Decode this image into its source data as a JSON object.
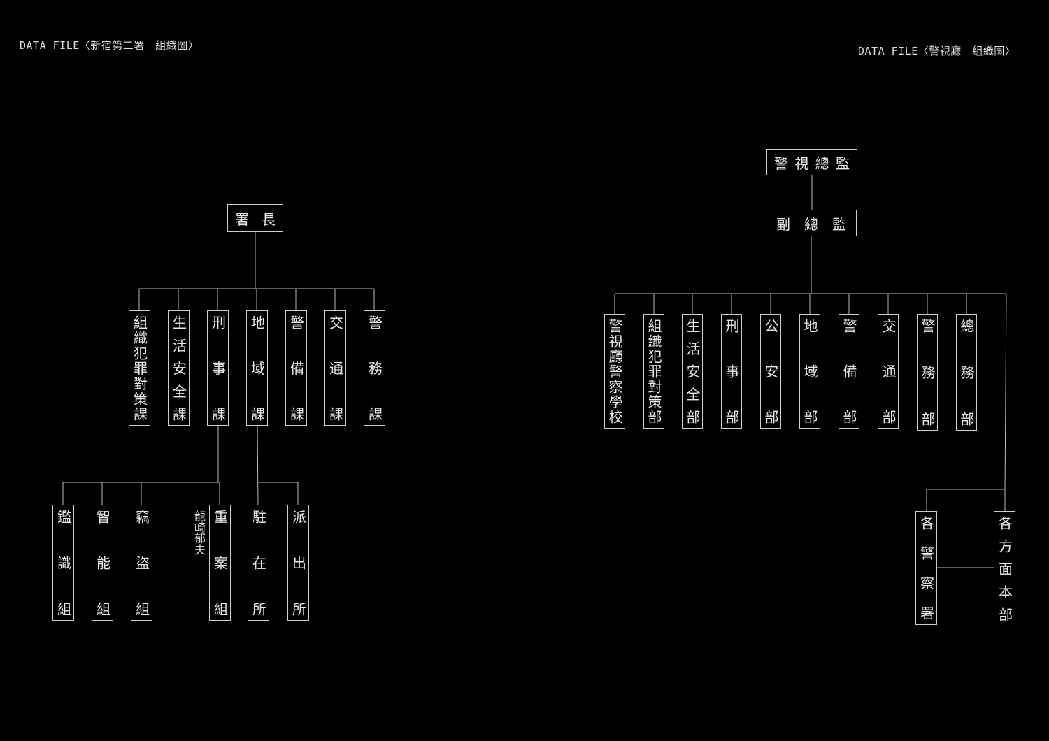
{
  "left": {
    "header": "DATA FILE〈新宿第二署　組織圖〉",
    "chief": "署長",
    "sections": [
      "組織犯罪對策課",
      "生活安全課",
      "刑事課",
      "地域課",
      "警備課",
      "交通課",
      "警務課"
    ],
    "keiji_units": [
      "鑑識組",
      "智能組",
      "竊盜組",
      "重案組"
    ],
    "chiiki_units": [
      "駐在所",
      "派出所"
    ],
    "note": "龍崎郁夫"
  },
  "right": {
    "header": "DATA FILE〈警視廳　組織圖〉",
    "top": "警視總監",
    "deputy": "副總監",
    "departments": [
      "警視廳警察學校",
      "組織犯罪對策部",
      "生活安全部",
      "刑事部",
      "公安部",
      "地域部",
      "警備部",
      "交通部",
      "警務部",
      "總務部"
    ],
    "branches": [
      "各警察署",
      "各方面本部"
    ]
  }
}
